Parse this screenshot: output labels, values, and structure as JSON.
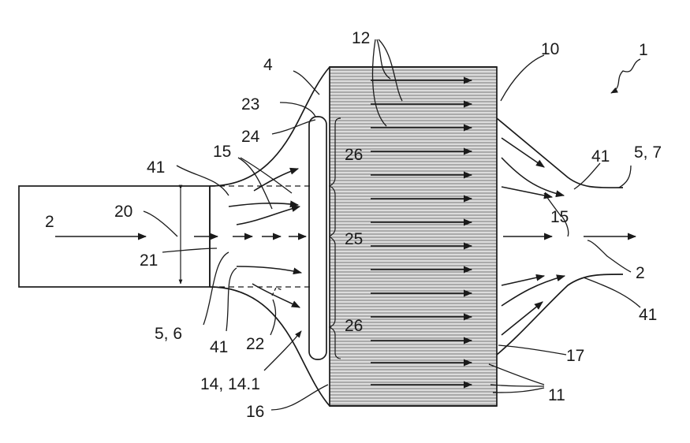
{
  "labels": {
    "l1": "1",
    "l2_in": "2",
    "l2_out": "2",
    "l4": "4",
    "l10": "10",
    "l11": "11",
    "l12": "12",
    "l14": "14, 14.1",
    "l15_left": "15",
    "l15_right": "15",
    "l16": "16",
    "l17": "17",
    "l20": "20",
    "l21": "21",
    "l22": "22",
    "l23": "23",
    "l24": "24",
    "l25": "25",
    "l26_top": "26",
    "l26_bot": "26",
    "l41_topleft": "41",
    "l41_botleft": "41",
    "l41_topright": "41",
    "l41_botright": "41",
    "l56": "5, 6",
    "l57": "5, 7"
  }
}
